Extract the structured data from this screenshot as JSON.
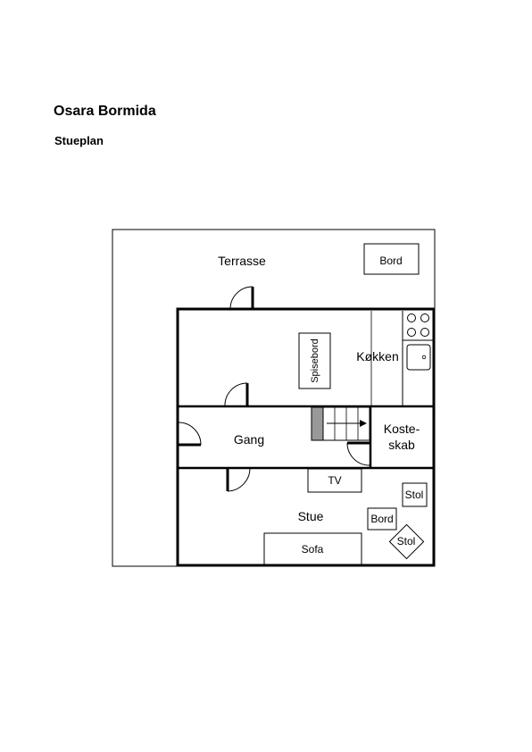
{
  "title": "Osara Bormida",
  "subtitle": "Stueplan",
  "rooms": {
    "terrace": "Terrasse",
    "kitchen": "Køkken",
    "hall": "Gang",
    "closet_line1": "Koste-",
    "closet_line2": "skab",
    "living": "Stue"
  },
  "furniture": {
    "terrace_table": "Bord",
    "dining_table": "Spisebord",
    "tv": "TV",
    "chair_1": "Stol",
    "living_table": "Bord",
    "chair_2": "Stol",
    "sofa": "Sofa"
  },
  "icons": [
    "door-icon",
    "stairs-icon",
    "stove-icon",
    "sink-icon"
  ]
}
